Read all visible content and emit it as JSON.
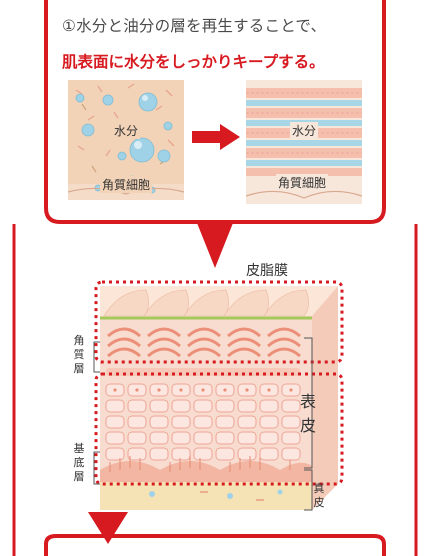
{
  "caption": {
    "line1": "①水分と油分の層を再生することで、",
    "line2": "肌表面に水分をしっかりキープする。"
  },
  "before_panel": {
    "water_label": "水分",
    "cell_label": "角質細胞"
  },
  "after_panel": {
    "water_label": "水分",
    "cell_label": "角質細胞"
  },
  "skin_diagram": {
    "sebum_label": "皮脂膜",
    "stratum_corneum_label": "角質層",
    "basal_layer_label": "基底層",
    "epidermis_label": "表皮",
    "dermis_label": "真皮"
  },
  "colors": {
    "accent_red": "#d71920",
    "skin_peach": "#f6d7c4",
    "cell_pink": "#f3a58e",
    "water_blue": "#9fd2e6"
  }
}
